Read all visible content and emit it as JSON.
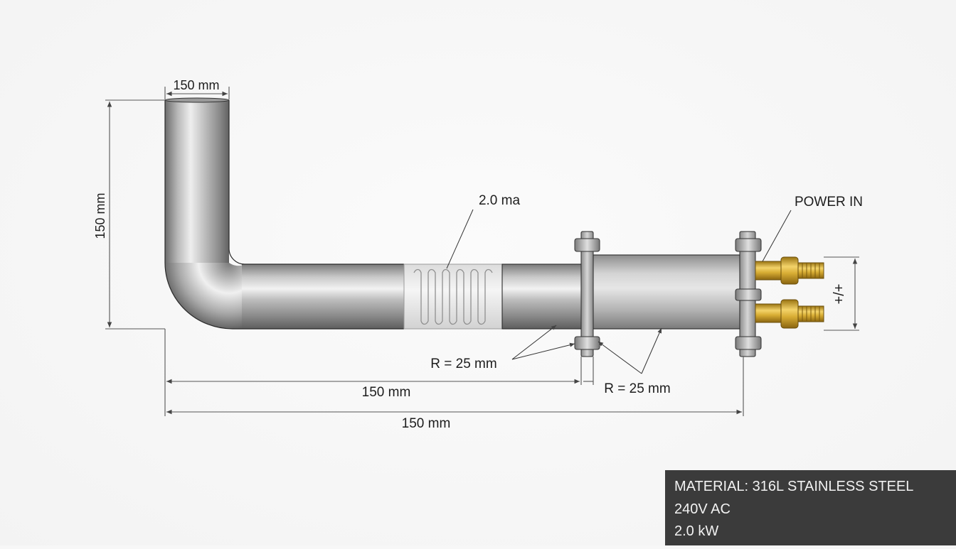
{
  "labels": {
    "top_width": "150 mm",
    "left_height": "150 mm",
    "coil_callout": "2.0 ma",
    "power_callout": "POWER IN",
    "terminal_polarity": "+/+",
    "radius_left": "R = 25 mm",
    "radius_right": "R = 25 mm",
    "bottom_inner": "150 mm",
    "bottom_overall": "150 mm"
  },
  "spec_panel": {
    "lines": [
      "MATERIAL: 316L STAINLESS STEEL",
      "240V AC",
      "2.0 kW"
    ]
  },
  "colors": {
    "steel_dark": "#6e6e6e",
    "steel_light": "#e9e9e9",
    "brass_dark": "#9a7412",
    "brass_light": "#f3d36a",
    "panel_bg": "#3b3b3b",
    "panel_text": "#f2f2f2"
  }
}
